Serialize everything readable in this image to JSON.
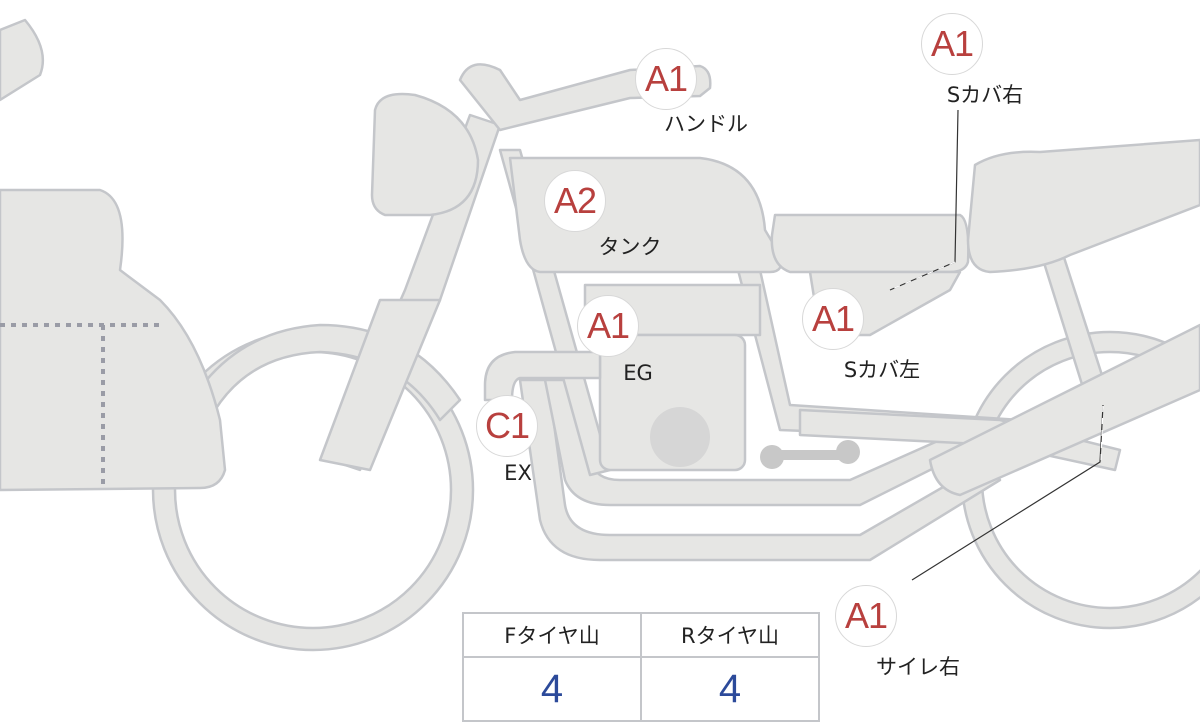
{
  "colors": {
    "body_fill": "#e6e6e4",
    "outline": "#c4c6ca",
    "grade_red": "#b8403e",
    "value_blue": "#2c4a9a"
  },
  "parts": [
    {
      "grade": "A1",
      "label": "ハンドル"
    },
    {
      "grade": "A1",
      "label": "Sカバ右"
    },
    {
      "grade": "A2",
      "label": "タンク"
    },
    {
      "grade": "A1",
      "label": "EG"
    },
    {
      "grade": "A1",
      "label": "Sカバ左"
    },
    {
      "grade": "C1",
      "label": "EX"
    },
    {
      "grade": "A1",
      "label": "サイレ右"
    }
  ],
  "tire_table": {
    "headers": [
      "Fタイヤ山",
      "Rタイヤ山"
    ],
    "values": [
      "4",
      "4"
    ]
  }
}
